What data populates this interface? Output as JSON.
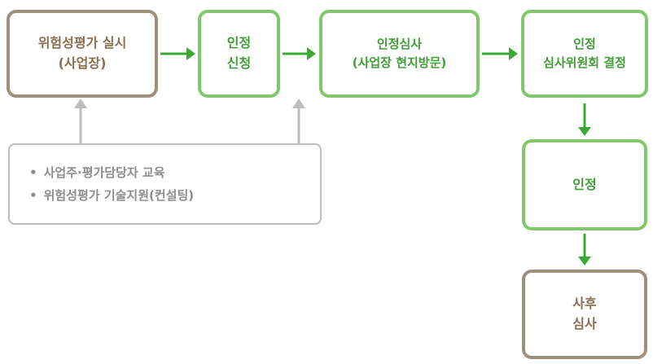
{
  "nodes": {
    "risk_assessment": {
      "line1": "위험성평가 실시",
      "line2": "(사업장)"
    },
    "apply": {
      "line1": "인정",
      "line2": "신청"
    },
    "onsite_review": {
      "line1": "인정심사",
      "line2": "(사업장 현지방문)"
    },
    "committee": {
      "line1": "인정",
      "line2": "심사위원회 결정"
    },
    "certified": {
      "line1": "인정"
    },
    "post_review": {
      "line1": "사후",
      "line2": "심사"
    }
  },
  "support": {
    "items": [
      "사업주·평가담당자 교육",
      "위험성평가 기술지원(컨설팅)"
    ]
  },
  "colors": {
    "green_border": "#7fc96a",
    "green_text": "#3f9e36",
    "green_arrow": "#3aaa35",
    "brown_border": "#a0907b",
    "brown_text": "#8a6e4f",
    "gray": "#bdbdbd"
  }
}
